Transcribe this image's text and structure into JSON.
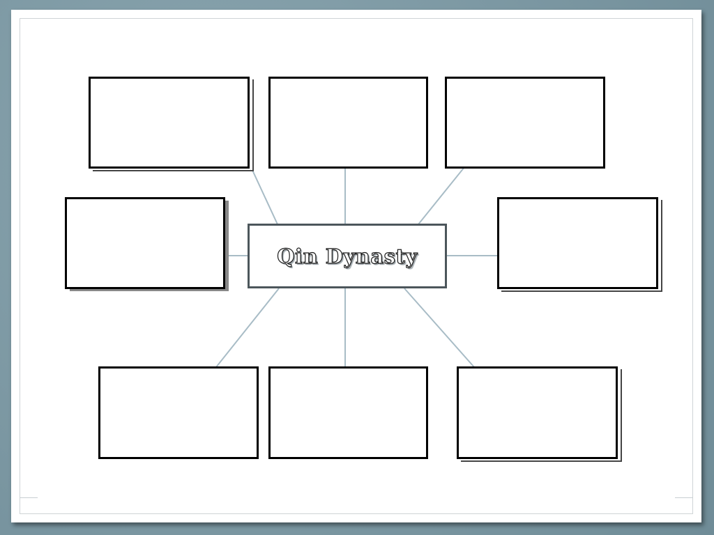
{
  "diagram": {
    "title": "Qin Dynasty",
    "colors": {
      "background": "#7f9ba6",
      "connector": "#a8bcc6",
      "box_border": "#000000",
      "center_border": "#4c565b"
    },
    "outer_boxes": [
      {
        "id": "top-left",
        "text": ""
      },
      {
        "id": "top-center",
        "text": ""
      },
      {
        "id": "top-right",
        "text": ""
      },
      {
        "id": "middle-left",
        "text": ""
      },
      {
        "id": "middle-right",
        "text": ""
      },
      {
        "id": "bottom-left",
        "text": ""
      },
      {
        "id": "bottom-center",
        "text": ""
      },
      {
        "id": "bottom-right",
        "text": ""
      }
    ]
  }
}
